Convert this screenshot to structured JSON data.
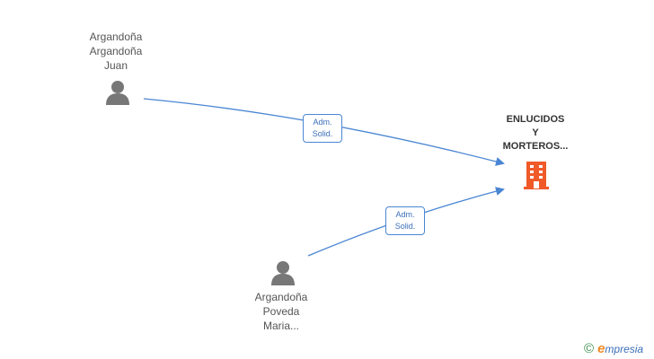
{
  "nodes": {
    "person_1": {
      "lines": [
        "Argandoña",
        "Argandoña",
        "Juan"
      ]
    },
    "person_2": {
      "lines": [
        "Argandoña",
        "Poveda",
        "Maria..."
      ]
    },
    "company": {
      "lines": [
        "ENLUCIDOS",
        "Y",
        "MORTEROS..."
      ]
    }
  },
  "edges": [
    {
      "from": "person_1",
      "to": "company",
      "label_lines": [
        "Adm.",
        "Solid."
      ]
    },
    {
      "from": "person_2",
      "to": "company",
      "label_lines": [
        "Adm.",
        "Solid."
      ]
    }
  ],
  "colors": {
    "edge": "#4a86d4",
    "person_icon": "#777777",
    "company_icon": "#f05a28"
  },
  "branding": {
    "copyright_symbol": "©",
    "initial": "e",
    "name": "mpresia"
  }
}
